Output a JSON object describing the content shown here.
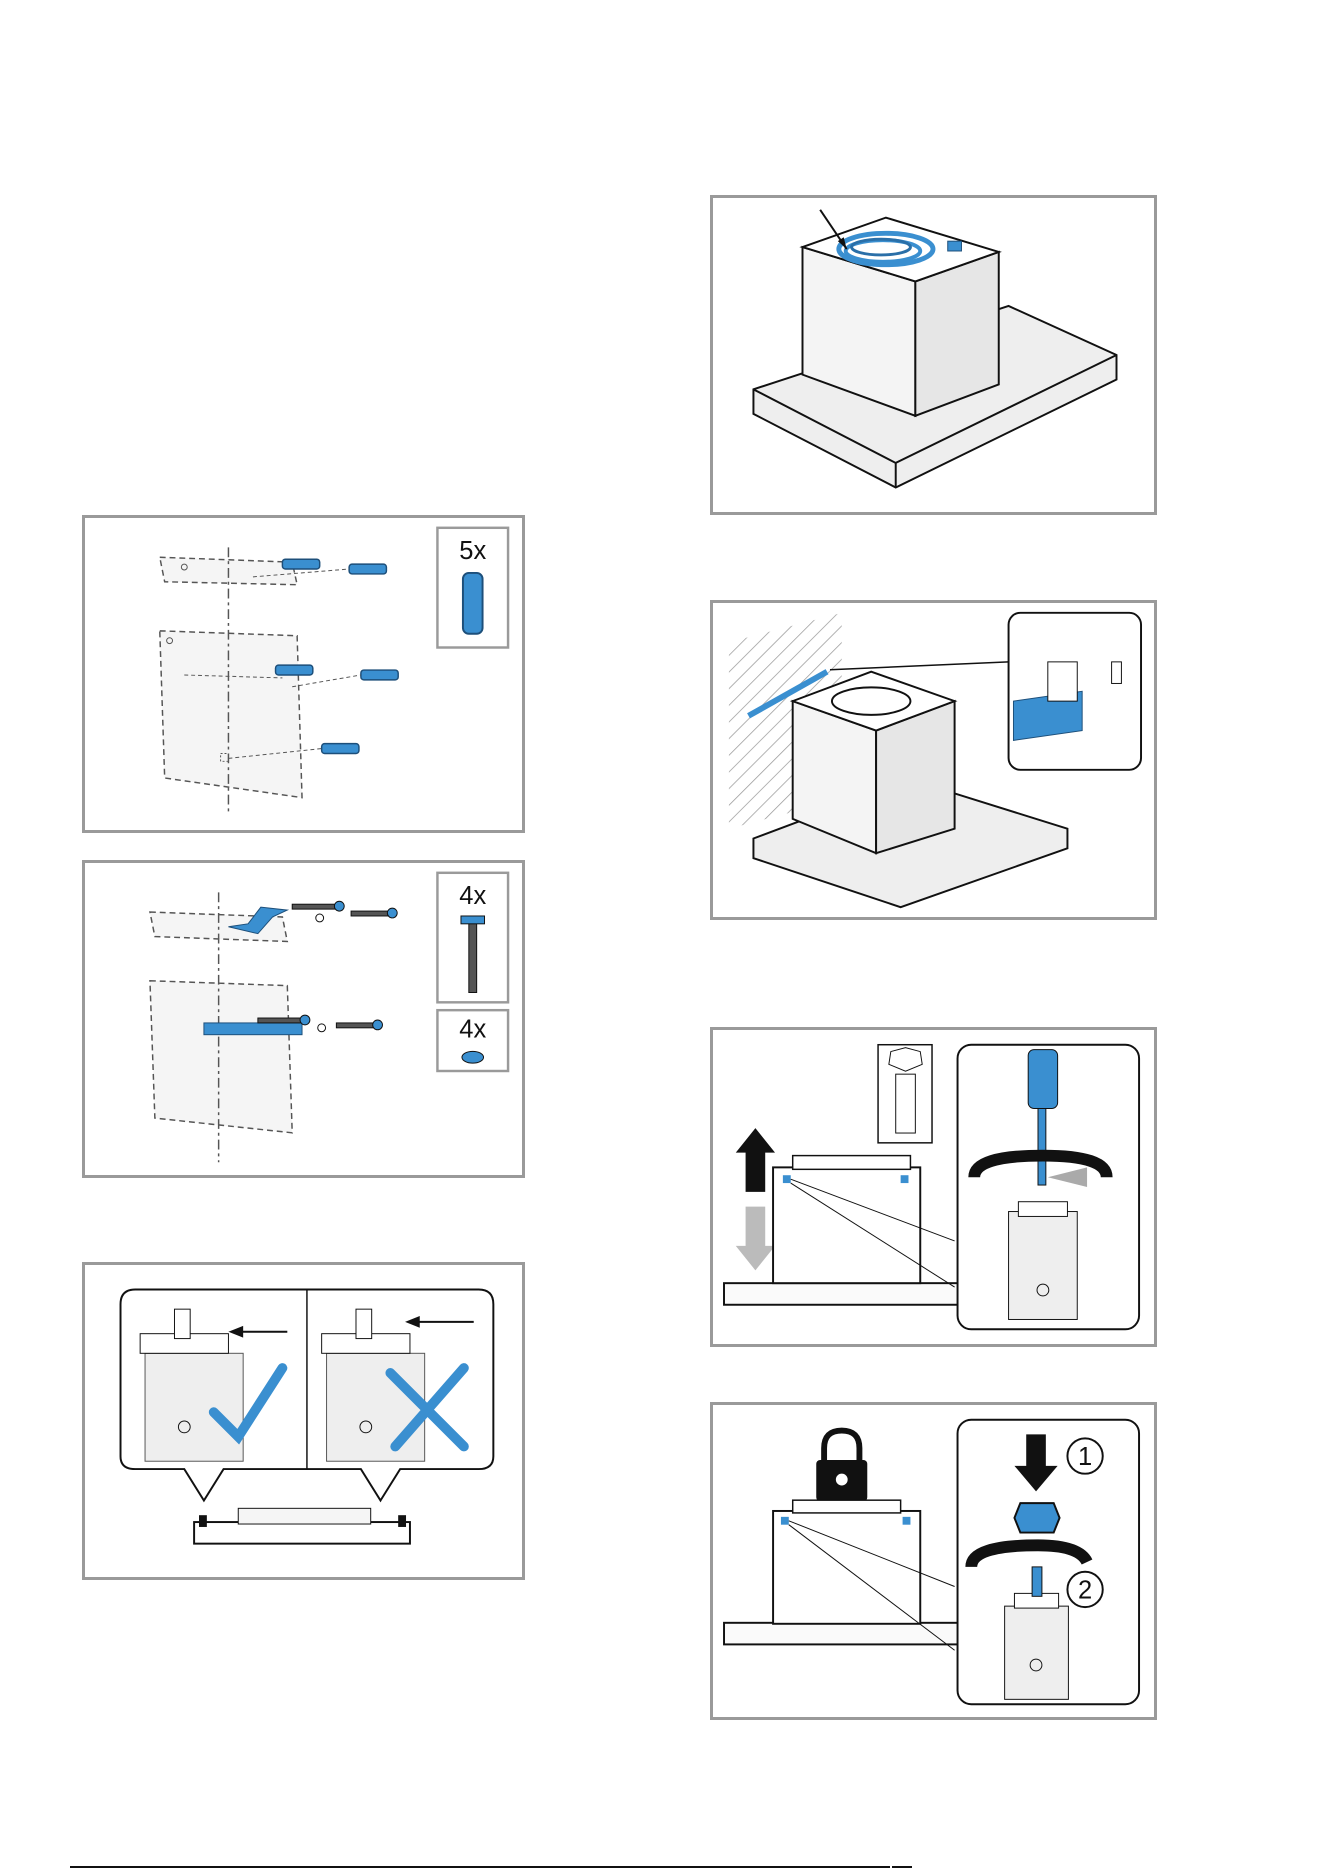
{
  "panels": {
    "wall_plugs": {
      "quantity": "5x"
    },
    "screws": {
      "screw_quantity": "4x",
      "washer_quantity": "4x"
    },
    "step_numbers": {
      "first": "1",
      "second": "2"
    }
  },
  "colors": {
    "accent_blue": "#3a8fd0",
    "panel_border": "#9a9a9a",
    "hood_fill": "#f2f2f2",
    "line": "#111111"
  },
  "icons": [
    "power-cable-icon",
    "wall-plug-icon",
    "screw-icon",
    "washer-icon",
    "check-mark-icon",
    "cross-mark-icon",
    "padlock-icon",
    "torx-screwdriver-icon",
    "arrow-up-icon",
    "arrow-down-icon",
    "rotation-arrow-icon",
    "hex-nut-icon"
  ]
}
